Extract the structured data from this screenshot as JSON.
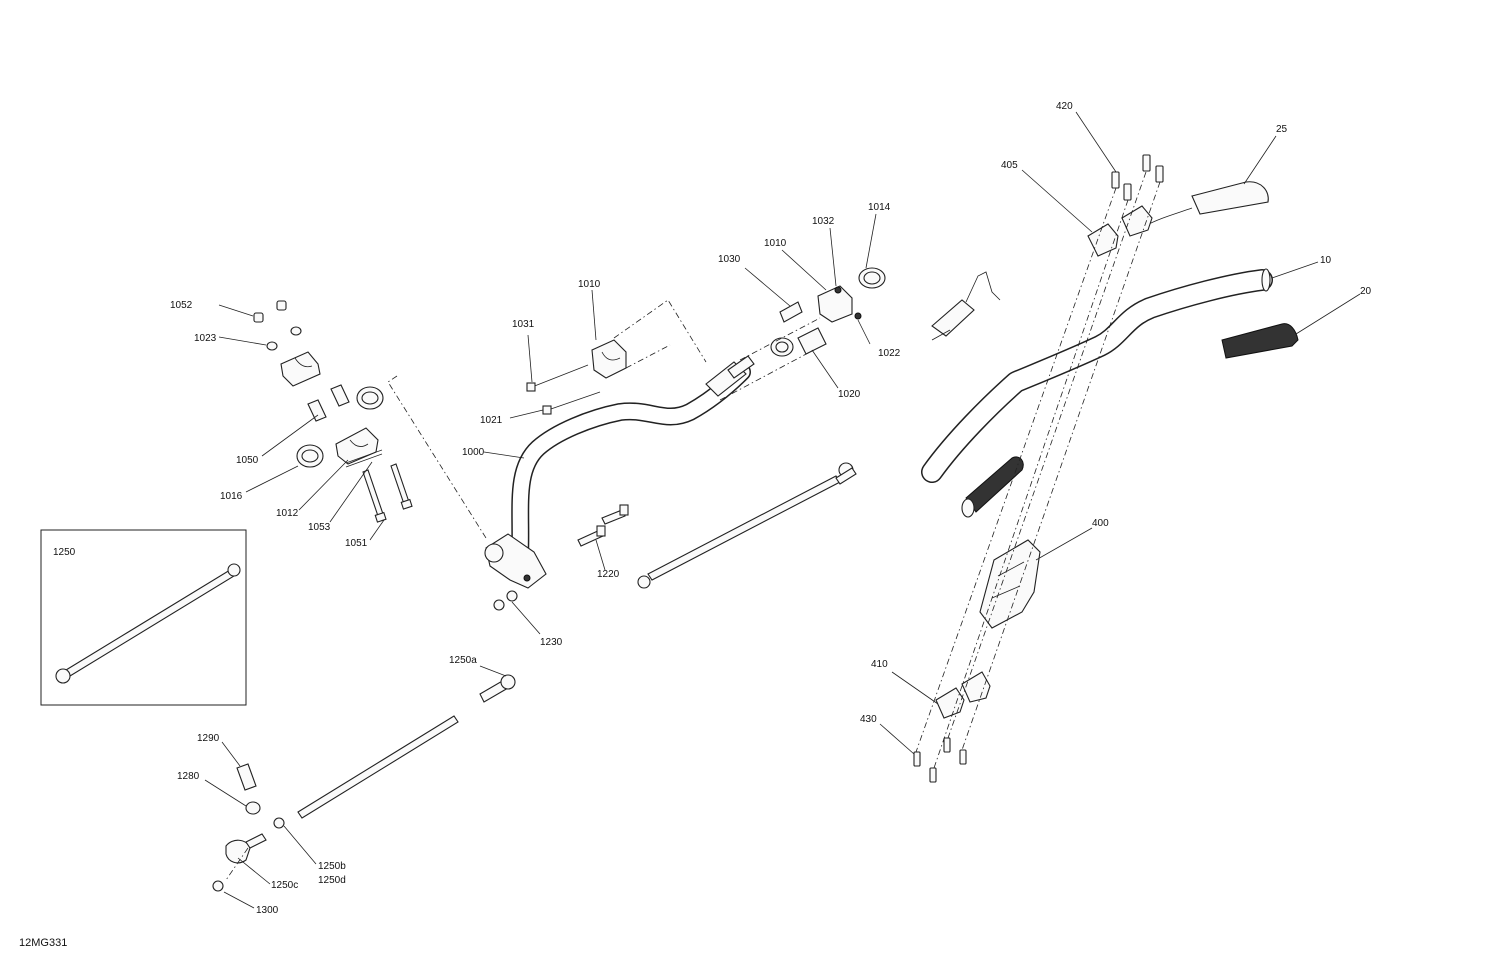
{
  "diagram_id": "12MG331",
  "inset_label": "1250",
  "callouts": {
    "c1052": "1052",
    "c1023": "1023",
    "c1050": "1050",
    "c1016": "1016",
    "c1012": "1012",
    "c1053": "1053",
    "c1051": "1051",
    "c1031": "1031",
    "c1010a": "1010",
    "c1021": "1021",
    "c1000": "1000",
    "c1030": "1030",
    "c1010b": "1010",
    "c1032": "1032",
    "c1014": "1014",
    "c1022": "1022",
    "c1020": "1020",
    "c1220": "1220",
    "c1230": "1230",
    "c420": "420",
    "c25": "25",
    "c405": "405",
    "c10": "10",
    "c20": "20",
    "c400": "400",
    "c410": "410",
    "c430": "430",
    "c1250a": "1250a",
    "c1290": "1290",
    "c1280": "1280",
    "c1250b": "1250b",
    "c1250d": "1250d",
    "c1250c": "1250c",
    "c1300": "1300"
  }
}
